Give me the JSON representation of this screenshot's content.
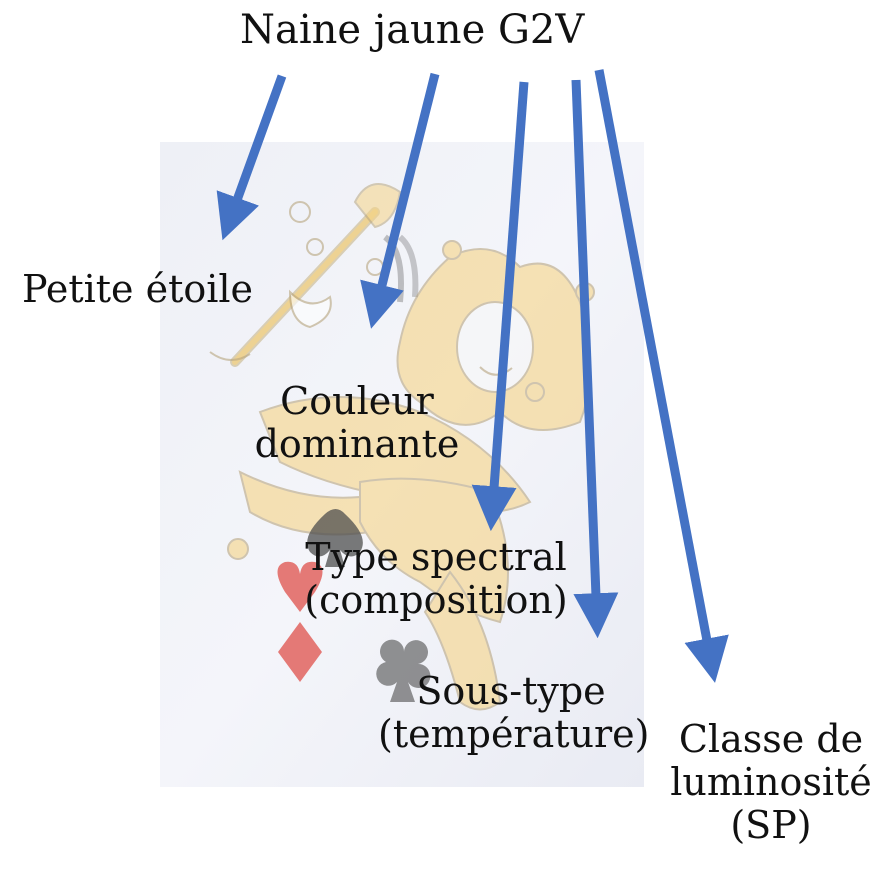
{
  "title": "Naine jaune G2V",
  "labels": {
    "petite_etoile": "Petite étoile",
    "couleur_line1": "Couleur",
    "couleur_line2": "dominante",
    "spectral_line1": "Type spectral",
    "spectral_line2": "(composition)",
    "soustype_line1": "Sous-type",
    "soustype_line2": "(température)",
    "classe_line1": "Classe de",
    "classe_line2": "luminosité",
    "classe_line3": "(SP)"
  },
  "colors": {
    "arrow": "#4472C4",
    "card_background": "#f2f3f8",
    "jester_yellow": "#f6d486",
    "jester_outline": "#b8a57e",
    "heart_red": "#e05a55",
    "spade_gray": "#4d4d4d"
  },
  "icons": {
    "card_image": "joker-card-icon",
    "arrows": "arrow-icon"
  }
}
